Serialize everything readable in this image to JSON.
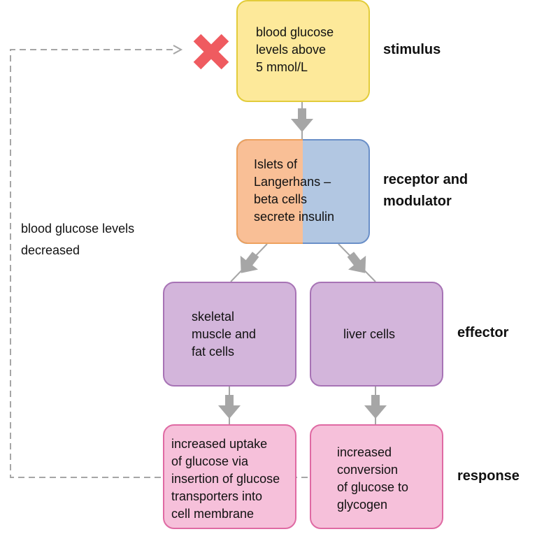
{
  "colors": {
    "stimulus_fill": "#fde99a",
    "stimulus_border": "#e2cc3b",
    "receptor_left_fill": "#f9bf96",
    "receptor_right_fill": "#b2c7e2",
    "effector_fill": "#d3b5db",
    "effector_border": "#a773b5",
    "response_fill": "#f6c0da",
    "response_border": "#df6aa3",
    "arrow": "#a6a6a6",
    "cross": "#ef5b60"
  },
  "stimulus": {
    "text": "blood glucose\nlevels above\n5 mmol/L",
    "label": "stimulus"
  },
  "receptor": {
    "text": "Islets of\nLangerhans –\nbeta cells\nsecrete insulin",
    "label": "receptor and\nmodulator"
  },
  "effectors": {
    "left": "skeletal\nmuscle and\nfat cells",
    "right": "liver cells",
    "label": "effector"
  },
  "responses": {
    "left": "increased uptake\nof glucose via\ninsertion of glucose\ntransporters into\ncell membrane",
    "right": "increased\nconversion\nof glucose to\nglycogen",
    "label": "response"
  },
  "feedback": {
    "text": "blood glucose levels\ndecreased",
    "icon": "cross-icon"
  }
}
